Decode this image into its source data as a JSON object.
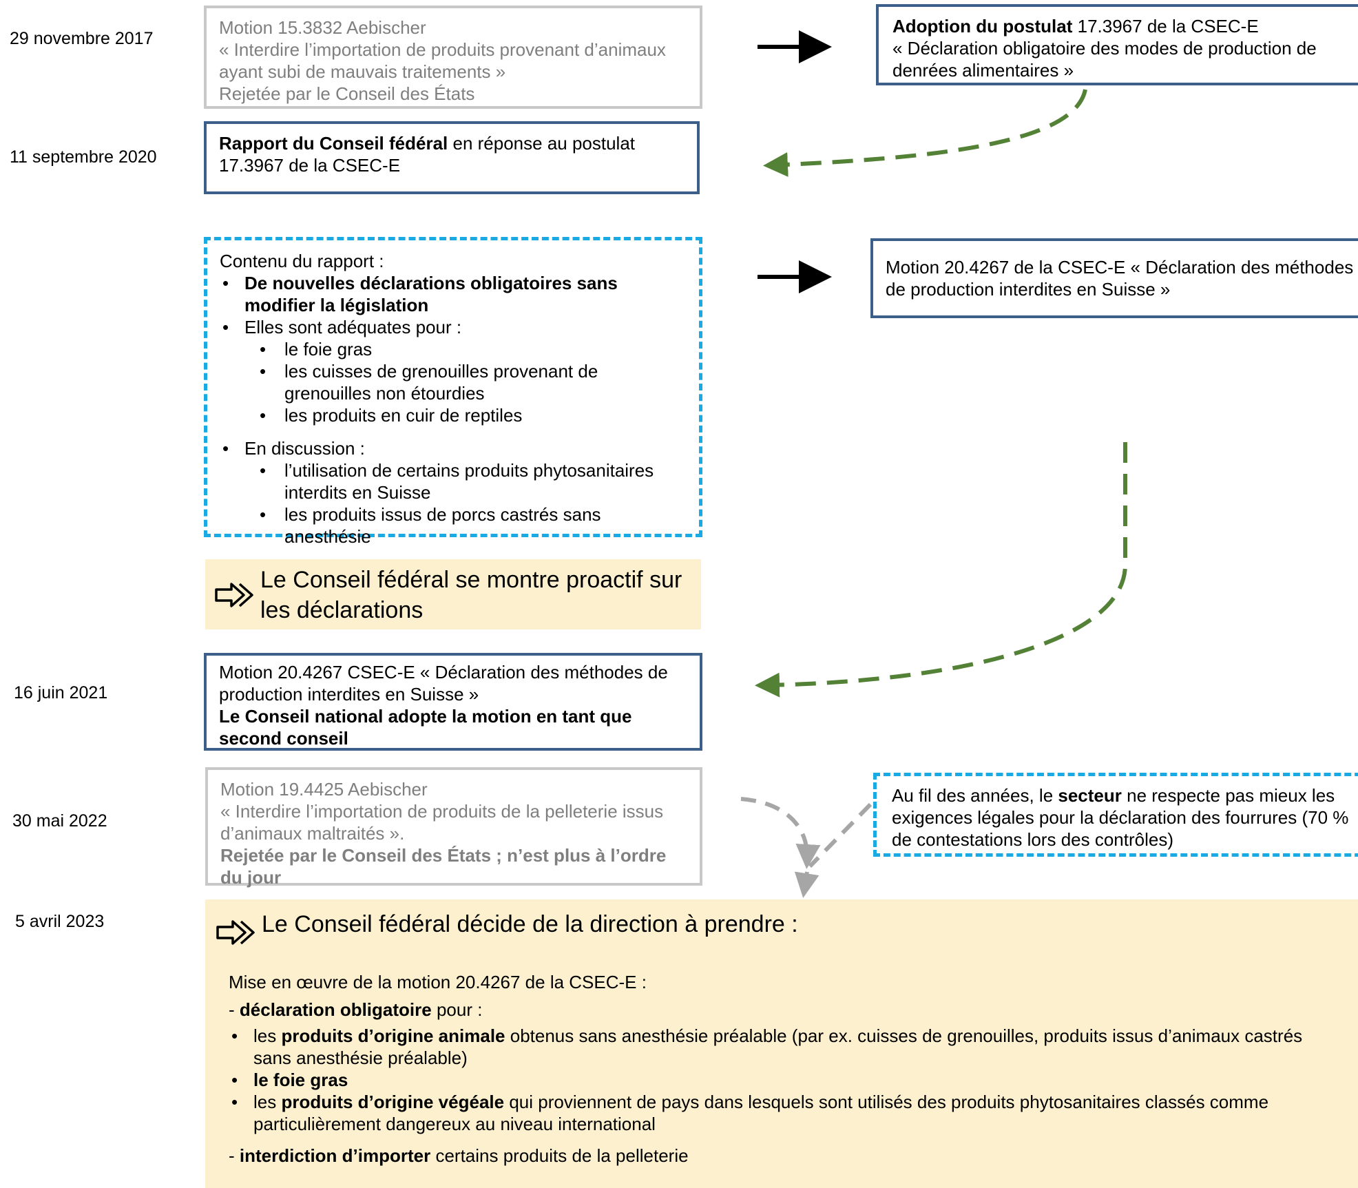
{
  "dates": {
    "d1": "29 novembre 2017",
    "d2": "11 septembre 2020",
    "d3": "16 juin 2021",
    "d4": "30 mai 2022",
    "d5": "5 avril  2023"
  },
  "motion_15_3832": {
    "l1": "Motion 15.3832 Aebischer",
    "l2": "« Interdire l’importation de produits provenant d’animaux ayant subi de mauvais traitements »",
    "l3": "Rejetée par le Conseil des États"
  },
  "postulat": {
    "bold": "Adoption du postulat",
    "rest": " 17.3967 de la CSEC-E",
    "l2": "« Déclaration obligatoire des modes de production de denrées alimentaires »"
  },
  "rapport": {
    "bold": "Rapport du Conseil fédéral",
    "rest": " en réponse au postulat 17.3967 de la CSEC-E"
  },
  "contenu": {
    "title": "Contenu du rapport :",
    "b1": "De nouvelles déclarations obligatoires sans modifier la législation",
    "b2": "Elles sont adéquates pour :",
    "b2a": "le foie gras",
    "b2b": "les cuisses de grenouilles provenant de grenouilles non étourdies",
    "b2c": "les produits en cuir de reptiles",
    "b3": "En discussion :",
    "b3a": "l’utilisation de certains produits phytosanitaires interdits en Suisse",
    "b3b": "les produits issus de porcs castrés sans anesthésie"
  },
  "motion_20_4267_a": {
    "text": "Motion 20.4267 de la CSEC-E « Déclaration des méthodes de production interdites en Suisse »"
  },
  "proactif": {
    "text": "Le Conseil fédéral se montre proactif sur les déclarations"
  },
  "motion_20_4267_b": {
    "l1": "Motion 20.4267 CSEC-E « Déclaration des méthodes de production interdites en Suisse »",
    "bold": "Le Conseil national adopte la motion en tant que second conseil"
  },
  "motion_19_4425": {
    "l1": "Motion 19.4425 Aebischer",
    "l2": "« Interdire l’importation de produits de la pelleterie issus d’animaux maltraités ».",
    "bold": "Rejetée par le Conseil des États ; n’est plus à l’ordre du jour"
  },
  "secteur": {
    "pre": "Au fil des années, le ",
    "bold": "secteur",
    "post": " ne respecte pas mieux les exigences légales pour la déclaration des fourrures (70 % de contestations lors des contrôles)"
  },
  "decision": {
    "heading": "Le Conseil fédéral décide de la direction à prendre :",
    "intro": "Mise en œuvre de la motion 20.4267 de la CSEC-E :",
    "decl_dash": "- ",
    "decl_bold": "déclaration obligatoire",
    "decl_rest": " pour :",
    "i1_pre": "les ",
    "i1_bold": "produits d’origine animale",
    "i1_rest": " obtenus sans anesthésie préalable (par ex. cuisses de grenouilles, produits issus d’animaux castrés sans anesthésie préalable)",
    "i2_bold": "le foie gras",
    "i3_pre": "les ",
    "i3_bold": "produits d’origine végéale",
    "i3_rest": " qui proviennent de pays dans lesquels sont utilisés des produits phytosanitaires classés comme particulièrement dangereux au niveau international",
    "ban_dash": "- ",
    "ban_bold": "interdiction d’importer",
    "ban_rest": " certains produits de la pelleterie"
  },
  "colors": {
    "blue_border": "#3c5f8a",
    "gray_border": "#c8c8c8",
    "cyan_dash": "#1aaae3",
    "green_arrow": "#538135",
    "yellow_fill": "#fdf0cf"
  },
  "icons": [
    "arrow-right-icon",
    "hollow-arrow-icon"
  ]
}
